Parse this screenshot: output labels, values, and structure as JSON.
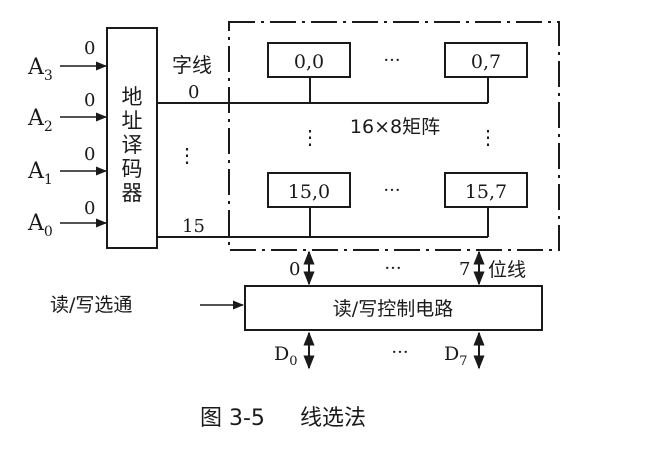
{
  "inputs": [
    {
      "name": "A",
      "sub": "3",
      "value": "0"
    },
    {
      "name": "A",
      "sub": "2",
      "value": "0"
    },
    {
      "name": "A",
      "sub": "1",
      "value": "0"
    },
    {
      "name": "A",
      "sub": "0",
      "value": "0"
    }
  ],
  "decoder": {
    "label_chars": [
      "地",
      "址",
      "译",
      "码",
      "器"
    ]
  },
  "word_line": {
    "label": "字线",
    "first": "0",
    "last": "15",
    "vdots": "⋮"
  },
  "matrix": {
    "label": "16×8矩阵",
    "cells": [
      "0,0",
      "0,7",
      "15,0",
      "15,7"
    ],
    "hdots": "···",
    "vdots": "⋮"
  },
  "bit_line": {
    "label": "位线",
    "first": "0",
    "last": "7",
    "hdots": "···"
  },
  "rw_select": {
    "label": "读/写选通"
  },
  "rw_circuit": {
    "label": "读/写控制电路"
  },
  "data_lines": {
    "first": "D",
    "first_sub": "0",
    "last": "D",
    "last_sub": "7",
    "hdots": "···"
  },
  "caption": {
    "number": "图 3-5",
    "title": "线选法"
  }
}
